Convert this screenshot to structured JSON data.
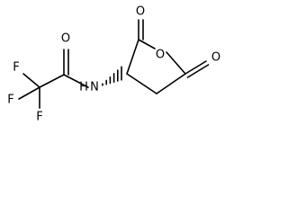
{
  "structure": {
    "atoms": [
      {
        "id": "f_top",
        "label": "F"
      },
      {
        "id": "f_left",
        "label": "F"
      },
      {
        "id": "f_bottom",
        "label": "F"
      },
      {
        "id": "o_amide",
        "label": "O"
      },
      {
        "id": "n_amide",
        "label": "N"
      },
      {
        "id": "h_amide",
        "label": "H"
      },
      {
        "id": "o_lactone_a",
        "label": "O"
      },
      {
        "id": "o_ring",
        "label": "O"
      },
      {
        "id": "o_lactone_b",
        "label": "O"
      }
    ]
  }
}
